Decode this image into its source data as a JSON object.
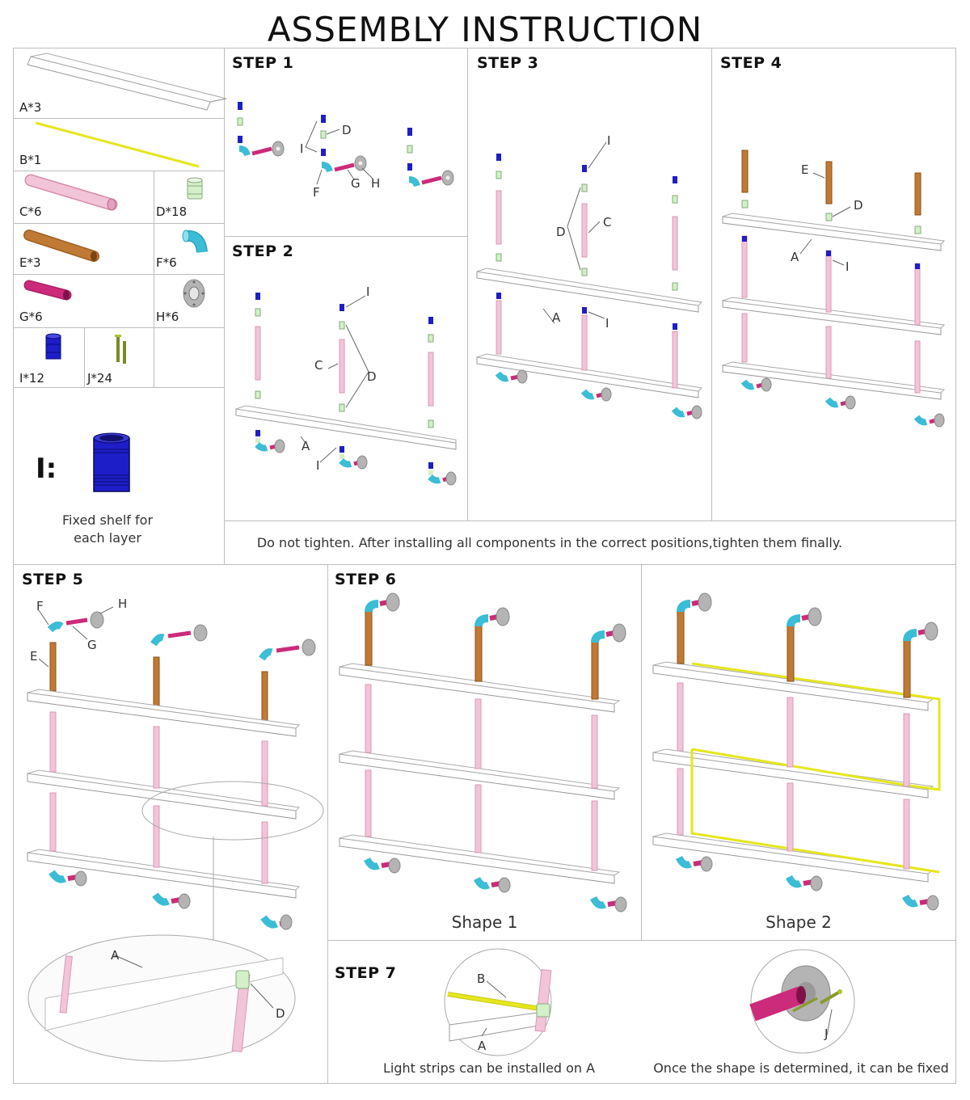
{
  "title": "ASSEMBLY INSTRUCTION",
  "parts": [
    {
      "label": "A*3"
    },
    {
      "label": "B*1"
    },
    {
      "label": "C*6"
    },
    {
      "label": "D*18"
    },
    {
      "label": "E*3"
    },
    {
      "label": "F*6"
    },
    {
      "label": "G*6"
    },
    {
      "label": "H*6"
    },
    {
      "label": "I*12"
    },
    {
      "label": "J*24"
    }
  ],
  "part_i_detail": {
    "key": "I:",
    "caption_line1": "Fixed shelf for",
    "caption_line2": "each layer"
  },
  "steps": {
    "s1": "STEP 1",
    "s2": "STEP 2",
    "s3": "STEP 3",
    "s4": "STEP 4",
    "s5": "STEP 5",
    "s6": "STEP 6",
    "s7": "STEP 7"
  },
  "callouts": {
    "A": "A",
    "B": "B",
    "C": "C",
    "D": "D",
    "E": "E",
    "F": "F",
    "G": "G",
    "H": "H",
    "I": "I",
    "J": "J"
  },
  "note": "Do not tighten. After installing all components in the correct positions,tighten them finally.",
  "shapes": {
    "shape1": "Shape 1",
    "shape2": "Shape 2"
  },
  "step7": {
    "caption_left": "Light strips can be installed on A",
    "caption_right": "Once the shape is determined, it can be fixed"
  },
  "colors": {
    "pipe_c": "#f2c4d8",
    "pipe_e": "#c07a35",
    "pipe_g": "#cc2a7a",
    "elbow_f": "#3bbdd6",
    "cap_i": "#1e1ec8",
    "coupler_d": "#d3f0c8",
    "strip_b": "#e6e61e",
    "flange_h": "#b4b4b4"
  }
}
